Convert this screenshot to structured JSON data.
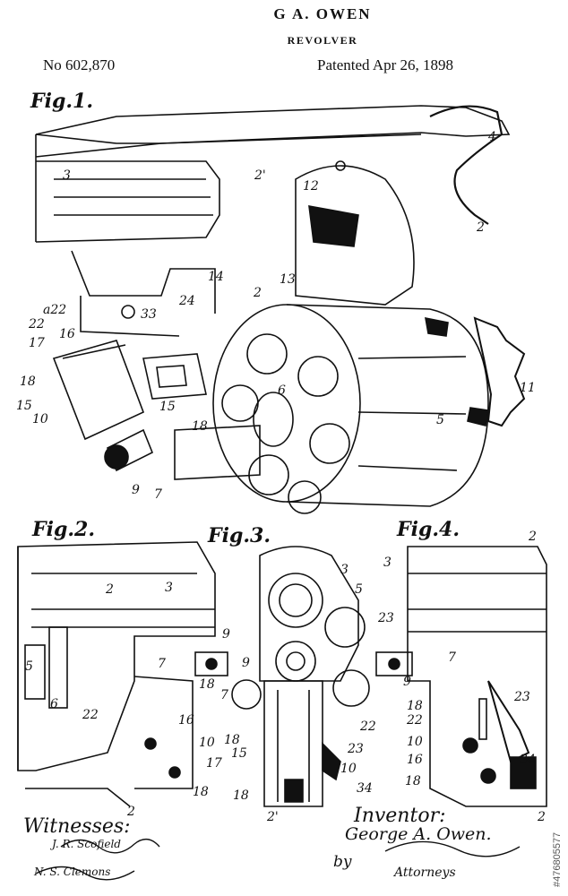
{
  "header": {
    "inventor": "G A. OWEN",
    "title": "REVOLVER",
    "patent_number": "No 602,870",
    "patented": "Patented Apr 26, 1898"
  },
  "figures": [
    {
      "label": "Fig.1."
    },
    {
      "label": "Fig.2."
    },
    {
      "label": "Fig.3."
    },
    {
      "label": "Fig.4."
    }
  ],
  "reference_numerals": {
    "fig1": [
      "3",
      "2'",
      "4",
      "12",
      "2",
      "13",
      "14",
      "2",
      "24",
      "a22",
      "33",
      "22",
      "17",
      "16",
      "18",
      "15",
      "10",
      "6",
      "15",
      "18",
      "5",
      "11",
      "9",
      "7"
    ],
    "fig2": [
      "2",
      "3",
      "9",
      "5",
      "7",
      "18",
      "22",
      "6",
      "16",
      "10",
      "17",
      "18",
      "2"
    ],
    "fig3": [
      "3",
      "5",
      "23",
      "9",
      "7",
      "18",
      "15",
      "22",
      "23",
      "10",
      "18",
      "34",
      "2'"
    ],
    "fig4": [
      "2",
      "3",
      "7",
      "9",
      "23",
      "18",
      "22",
      "10",
      "16",
      "18",
      "34",
      "2"
    ]
  },
  "footer": {
    "witnesses_label": "Witnesses:",
    "witness_1": "J. R. Scofield",
    "witness_2": "N. S. Clemons",
    "inventor_label": "Inventor:",
    "inventor_signature": "George A. Owen.",
    "by": "by",
    "attorneys_label": "Attorneys"
  },
  "watermark": {
    "stock_id": "#476805577"
  }
}
